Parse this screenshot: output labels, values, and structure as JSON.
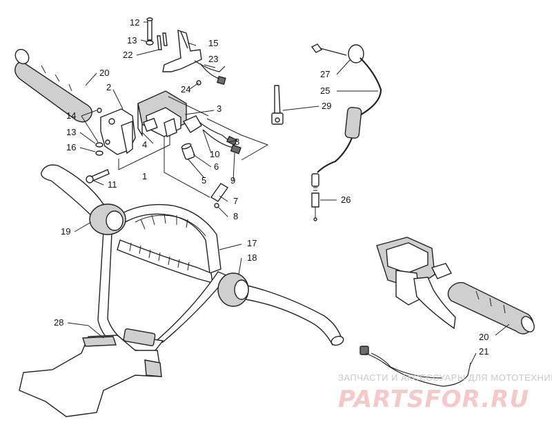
{
  "callouts": [
    {
      "id": "c12",
      "text": "12"
    },
    {
      "id": "c13a",
      "text": "13"
    },
    {
      "id": "c22",
      "text": "22"
    },
    {
      "id": "c15",
      "text": "15"
    },
    {
      "id": "c23",
      "text": "23"
    },
    {
      "id": "c20a",
      "text": "20"
    },
    {
      "id": "c2",
      "text": "2"
    },
    {
      "id": "c24",
      "text": "24"
    },
    {
      "id": "c3",
      "text": "3"
    },
    {
      "id": "c14",
      "text": "14"
    },
    {
      "id": "c13b",
      "text": "13"
    },
    {
      "id": "c16",
      "text": "16"
    },
    {
      "id": "c4",
      "text": "4"
    },
    {
      "id": "c10",
      "text": "10"
    },
    {
      "id": "c8a",
      "text": "8"
    },
    {
      "id": "c6",
      "text": "6"
    },
    {
      "id": "c1",
      "text": "1"
    },
    {
      "id": "c5",
      "text": "5"
    },
    {
      "id": "c9",
      "text": "9"
    },
    {
      "id": "c11",
      "text": "11"
    },
    {
      "id": "c7",
      "text": "7"
    },
    {
      "id": "c8b",
      "text": "8"
    },
    {
      "id": "c19",
      "text": "19"
    },
    {
      "id": "c17",
      "text": "17"
    },
    {
      "id": "c18",
      "text": "18"
    },
    {
      "id": "c27",
      "text": "27"
    },
    {
      "id": "c25",
      "text": "25"
    },
    {
      "id": "c29",
      "text": "29"
    },
    {
      "id": "c26",
      "text": "26"
    },
    {
      "id": "c28",
      "text": "28"
    },
    {
      "id": "c20b",
      "text": "20"
    },
    {
      "id": "c21",
      "text": "21"
    }
  ],
  "watermark": {
    "caption": "ЗАПЧАСТИ И АКСЕССУАРЫ ДЛЯ МОТОТЕХНИКИ",
    "logo": "PARTSFOR.RU"
  },
  "colors": {
    "ink": "#222222",
    "watermark_caption": "#c9c9c9",
    "watermark_logo": "#f3c9c9"
  }
}
